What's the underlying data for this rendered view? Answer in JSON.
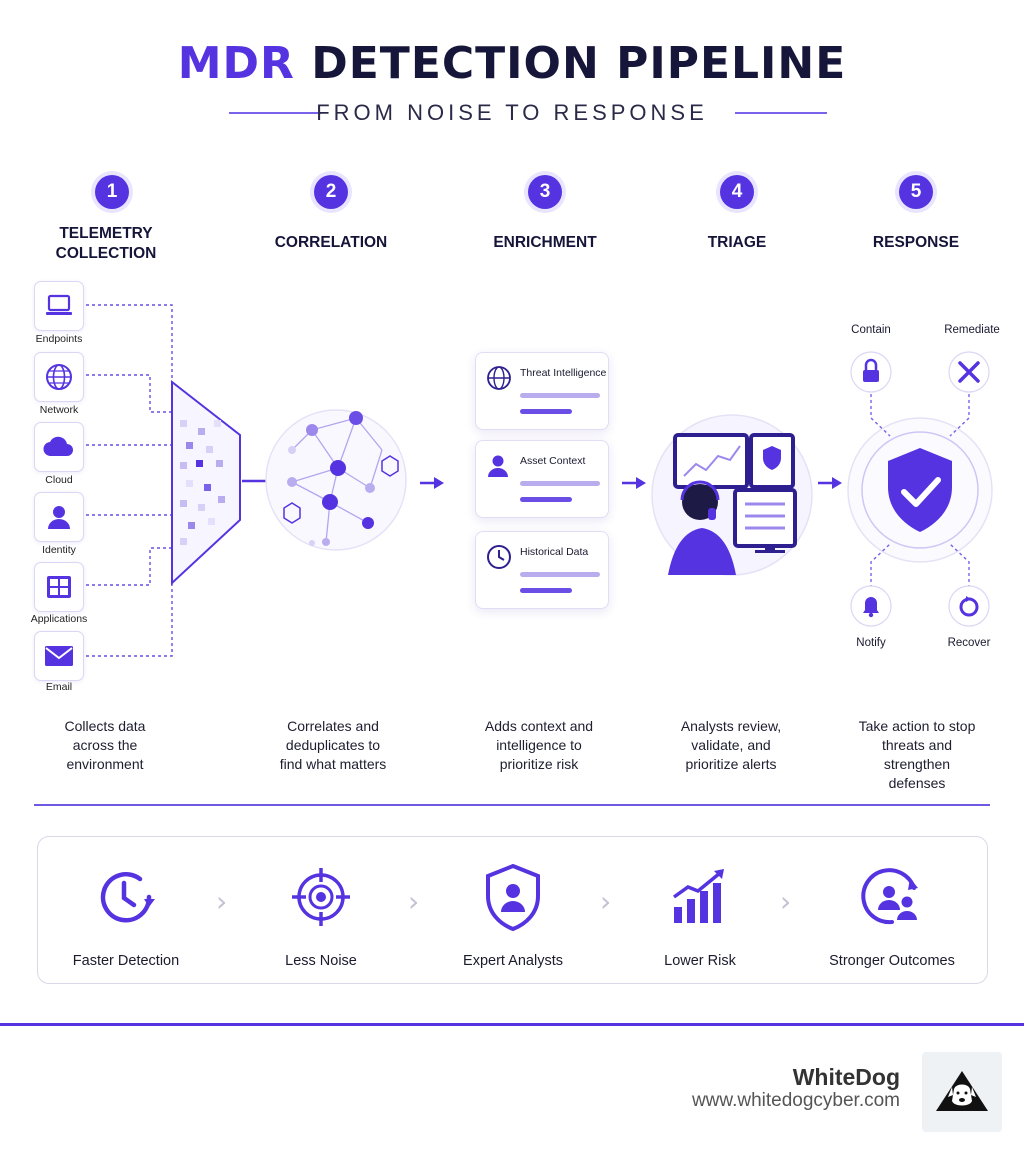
{
  "header": {
    "title_accent": "MDR",
    "title_rest": "DETECTION PIPELINE",
    "subtitle": "FROM NOISE TO RESPONSE"
  },
  "stages": [
    {
      "number": "1",
      "title": "TELEMETRY COLLECTION",
      "description": "Collects data across the environment"
    },
    {
      "number": "2",
      "title": "CORRELATION",
      "description": "Correlates and deduplicates to find what matters"
    },
    {
      "number": "3",
      "title": "ENRICHMENT",
      "description": "Adds context and intelligence to prioritize risk"
    },
    {
      "number": "4",
      "title": "TRIAGE",
      "description": "Analysts review, validate, and prioritize alerts"
    },
    {
      "number": "5",
      "title": "RESPONSE",
      "description": "Take action to stop threats and strengthen defenses"
    }
  ],
  "sources": [
    {
      "label": "Endpoints",
      "icon": "laptop-icon"
    },
    {
      "label": "Network",
      "icon": "globe-icon"
    },
    {
      "label": "Cloud",
      "icon": "cloud-icon"
    },
    {
      "label": "Identity",
      "icon": "user-icon"
    },
    {
      "label": "Applications",
      "icon": "grid-icon"
    },
    {
      "label": "Email",
      "icon": "envelope-icon"
    }
  ],
  "enrichment_cards": [
    {
      "label": "Threat Intelligence",
      "icon": "globe-icon"
    },
    {
      "label": "Asset Context",
      "icon": "user-icon"
    },
    {
      "label": "Historical Data",
      "icon": "clock-icon"
    }
  ],
  "response_actions": {
    "contain": "Contain",
    "remediate": "Remediate",
    "notify": "Notify",
    "recover": "Recover"
  },
  "benefits": [
    {
      "label": "Faster Detection",
      "icon": "clock-refresh-icon"
    },
    {
      "label": "Less Noise",
      "icon": "crosshair-icon"
    },
    {
      "label": "Expert Analysts",
      "icon": "shield-user-icon"
    },
    {
      "label": "Lower Risk",
      "icon": "bar-chart-icon"
    },
    {
      "label": "Stronger Outcomes",
      "icon": "users-refresh-icon"
    }
  ],
  "footer": {
    "brand": "WhiteDog",
    "url": "www.whitedogcyber.com"
  },
  "colors": {
    "accent": "#5533e0",
    "accent_light": "#b9acef",
    "text_dark": "#16163a"
  }
}
